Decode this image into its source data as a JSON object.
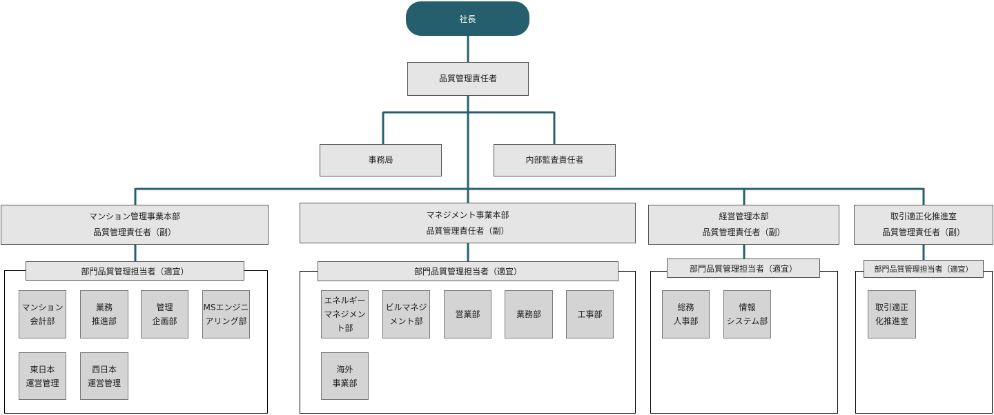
{
  "root": {
    "label": "社長"
  },
  "qm": {
    "label": "品質管理責任者"
  },
  "secretariat": {
    "label": "事務局"
  },
  "audit": {
    "label": "内部監査責任者"
  },
  "divisions": [
    {
      "head": "マンション管理事業本部\n品質管理責任者（副）",
      "sub": "部門品質管理担当者（適宜）",
      "units": [
        "マンション\n会計部",
        "業務\n推進部",
        "管理\n企画部",
        "MSエンジニ\nアリング部",
        "東日本\n運営管理",
        "西日本\n運営管理"
      ]
    },
    {
      "head": "マネジメント事業本部\n品質管理責任者（副）",
      "sub": "部門品質管理担当者（適宜）",
      "units": [
        "エネルギー\nマネジメント部",
        "ビルマネジ\nメント部",
        "営業部",
        "業務部",
        "工事部",
        "海外\n事業部"
      ]
    },
    {
      "head": "経営管理本部\n品質管理責任者（副）",
      "sub": "部門品質管理担当者（適宜）",
      "units": [
        "総務\n人事部",
        "情報\nシステム部"
      ]
    },
    {
      "head": "取引適正化推進室\n品質管理責任者（副）",
      "sub": "部門品質管理担当者（適宜）",
      "units": [
        "取引適正\n化推進室"
      ]
    }
  ]
}
